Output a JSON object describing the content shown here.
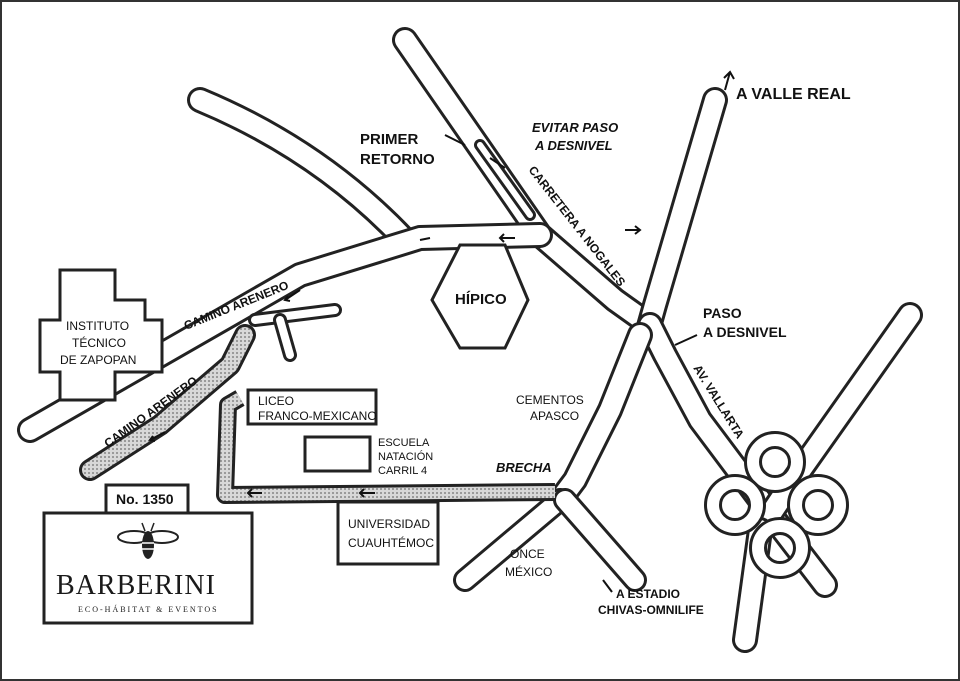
{
  "map": {
    "labels": {
      "valle_real": "A VALLE REAL",
      "primer_retorno_1": "PRIMER",
      "primer_retorno_2": "RETORNO",
      "evitar_paso_1": "EVITAR PASO",
      "evitar_paso_2": "A DESNIVEL",
      "carretera_nogales": "CARRETERA A NOGALES",
      "hipico": "HÍPICO",
      "camino_arenero_top": "CAMINO ARENERO",
      "camino_arenero_bottom": "CAMINO ARENERO",
      "paso_desnivel_1": "PASO",
      "paso_desnivel_2": "A DESNIVEL",
      "av_vallarta": "AV. VALLARTA",
      "cementos_1": "CEMENTOS",
      "cementos_2": "APASCO",
      "brecha": "BRECHA",
      "once_1": "ONCE",
      "once_2": "MÉXICO",
      "estadio_1": "A ESTADIO",
      "estadio_2": "CHIVAS-OMNILIFE"
    },
    "buildings": {
      "instituto_1": "INSTITUTO",
      "instituto_2": "TÉCNICO",
      "instituto_3": "DE ZAPOPAN",
      "liceo_1": "LICEO",
      "liceo_2": "FRANCO-MEXICANO",
      "escuela_1": "ESCUELA",
      "escuela_2": "NATACIÓN",
      "escuela_3": "CARRIL 4",
      "universidad_1": "UNIVERSIDAD",
      "universidad_2": "CUAUHTÉMOC",
      "number": "No. 1350"
    },
    "brand": {
      "name": "BARBERINI",
      "tagline": "ECO-HÁBITAT & EVENTOS",
      "logo_icon": "bee-icon"
    },
    "colors": {
      "ink": "#222222",
      "route_fill": "#c8c8c8",
      "background": "#ffffff"
    }
  }
}
